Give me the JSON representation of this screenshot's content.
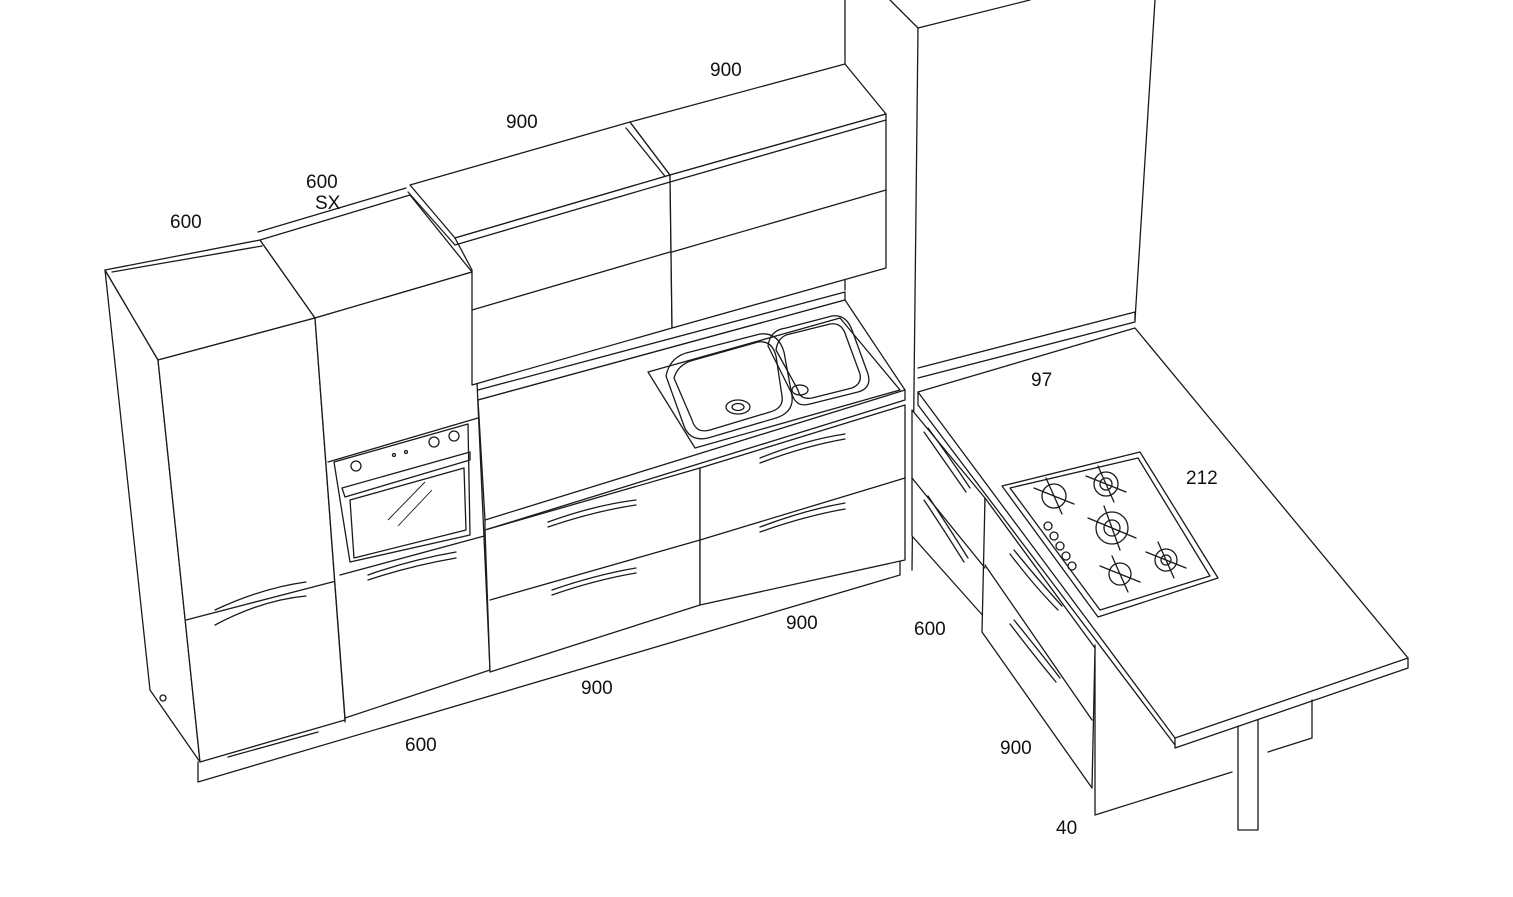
{
  "dimensions": {
    "upper_tall_left": "600",
    "upper_tall_sx_width": "600",
    "upper_tall_sx_side": "SX",
    "upper_wall_1": "900",
    "upper_wall_2": "900",
    "base_tall_left": "600",
    "base_sink_1": "900",
    "base_sink_2": "900",
    "peninsula_base_1": "600",
    "peninsula_base_2": "900",
    "peninsula_top_depth": "97",
    "peninsula_top_length": "212",
    "peninsula_top_thickness": "40"
  },
  "colors": {
    "line": "#1a1a1a",
    "background": "#ffffff"
  }
}
